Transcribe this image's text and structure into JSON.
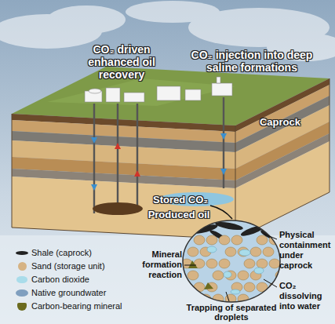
{
  "diagram": {
    "labels": [
      "CO₂ driven enhanced oil recovery",
      "CO₂ injection into deep saline formations",
      "Caprock",
      "Stored CO₂",
      "Produced oil",
      "Physical containment under caprock",
      "Mineral formation reaction",
      "Trapping of separated droplets",
      "CO₂ dissolving into water"
    ],
    "legend": [
      {
        "text": "Shale (caprock)",
        "color": "#222222"
      },
      {
        "text": "Sand (storage unit)",
        "color": "#d6b384"
      },
      {
        "text": "Carbon dioxide",
        "color": "#a9dcea"
      },
      {
        "text": "Native groundwater",
        "color": "#7f9fbf"
      },
      {
        "text": "Carbon-bearing mineral",
        "color": "#6b6b1f"
      }
    ]
  }
}
